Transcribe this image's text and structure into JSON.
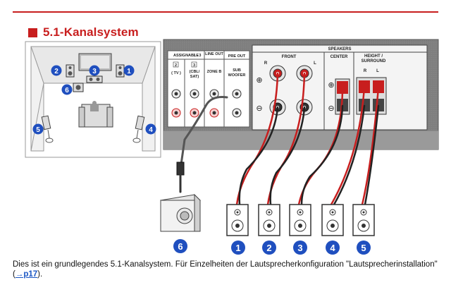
{
  "page": {
    "heading": "5.1-Kanalsystem",
    "caption_text": "Dies ist ein grundlegendes 5.1-Kanalsystem. Für Einzelheiten der Lautsprecherkonfiguration \"Lautsprecherinstallation\" (",
    "caption_link": "→p17",
    "caption_end": ").",
    "accent_color": "#c81e1e",
    "badge_color": "#1f4fbf",
    "link_color": "#1a56c4"
  },
  "room": {
    "markers": [
      "1",
      "2",
      "3",
      "4",
      "5",
      "6"
    ]
  },
  "panel": {
    "assignable_label": "ASSIGNABLE",
    "assignable_range": "1 - 3",
    "port2_num": "2",
    "port2_label": "( TV )",
    "port3_num": "3",
    "port3_label_line1": "(CBL/",
    "port3_label_line2": "SAT)",
    "line_out_label": "LINE OUT",
    "zone_b_label": "ZONE B",
    "pre_out_label": "PRE OUT",
    "sub_label_line1": "SUB",
    "sub_label_line2": "WOOFER",
    "speakers_label": "SPEAKERS",
    "front_label": "FRONT",
    "front_r": "R",
    "front_l": "L",
    "center_label": "CENTER",
    "height_label_line1": "HEIGHT /",
    "height_label_line2": "SURROUND",
    "height_r": "R",
    "height_l": "L",
    "plus": "⊕",
    "minus": "⊖"
  },
  "speakers": {
    "numbers": [
      "6",
      "1",
      "2",
      "3",
      "4",
      "5"
    ]
  }
}
